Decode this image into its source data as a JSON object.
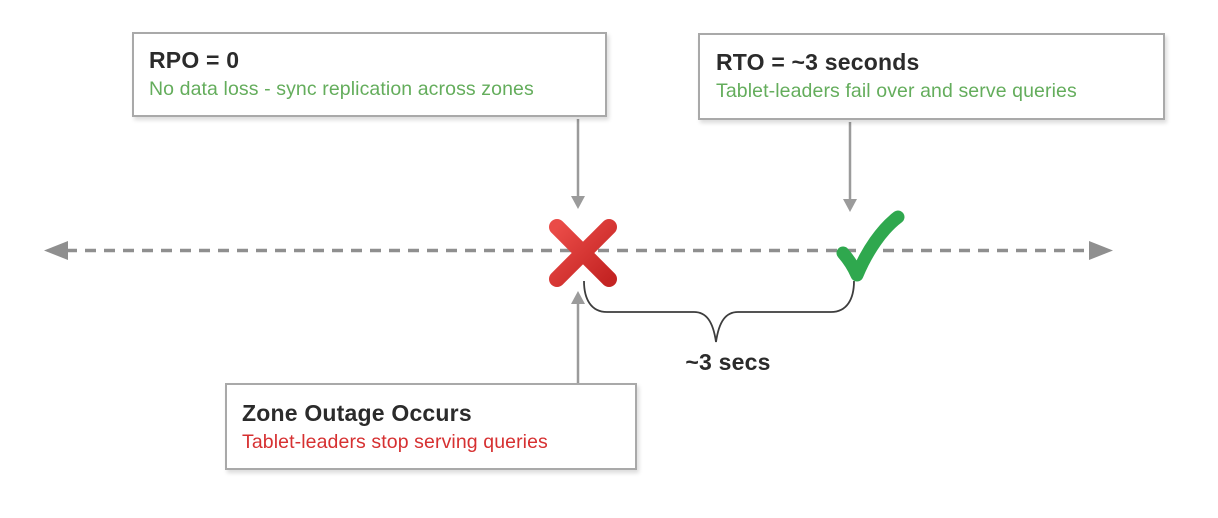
{
  "boxes": {
    "rpo": {
      "title": "RPO = 0",
      "subtitle": "No data loss - sync replication across zones"
    },
    "rto": {
      "title": "RTO = ~3 seconds",
      "subtitle": "Tablet-leaders fail over and serve queries"
    },
    "outage": {
      "title": "Zone Outage Occurs",
      "subtitle": "Tablet-leaders stop serving queries"
    }
  },
  "timeline": {
    "interval_label": "~3 secs",
    "failure_icon": "x-mark",
    "recovery_icon": "check-mark"
  },
  "colors": {
    "title_text": "#2b2b2b",
    "green_text": "#64ad5c",
    "red_text": "#d63031",
    "x_mark_gradient_start": "#ea4b47",
    "x_mark_gradient_end": "#c42423",
    "check_green": "#2fa84e",
    "line_gray": "#8f8f8f",
    "connector_gray": "#9b9b9b",
    "brace_dark": "#3d3d3d",
    "box_border": "#a9a9a9",
    "background": "#ffffff"
  }
}
